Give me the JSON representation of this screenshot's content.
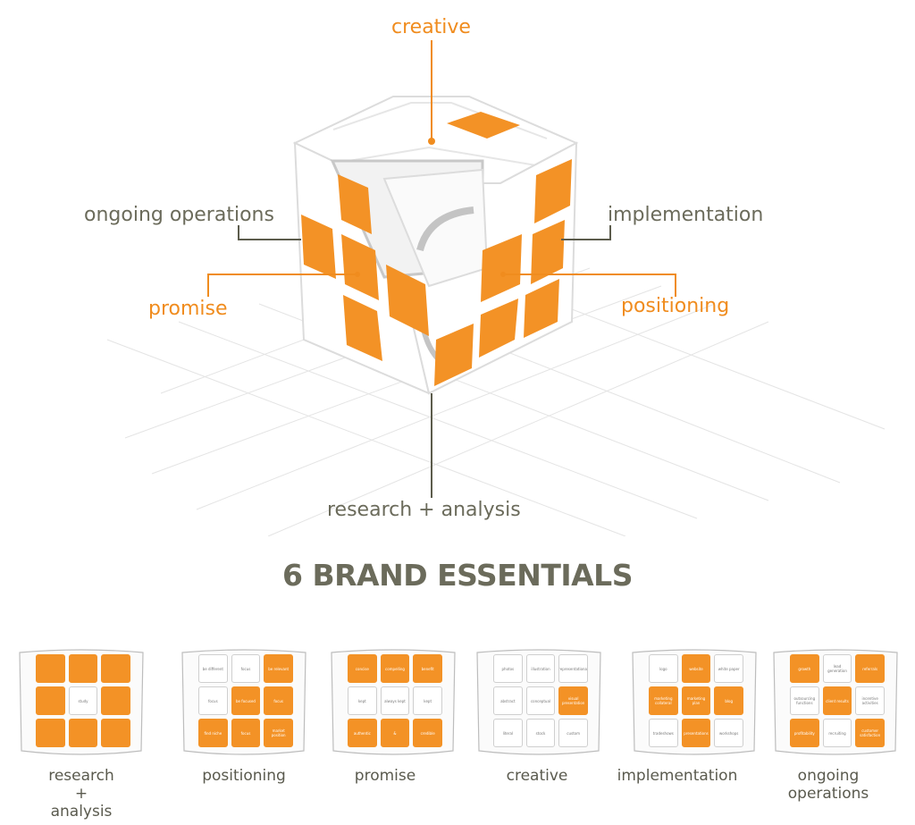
{
  "cube_labels": {
    "creative": "creative",
    "ongoing_operations": "ongoing operations",
    "implementation": "implementation",
    "promise": "promise",
    "positioning": "positioning",
    "research_analysis": "research + analysis"
  },
  "title": "6 BRAND ESSENTIALS",
  "colors": {
    "accent": "#f39226",
    "text": "#6b6b5b",
    "line_gray": "#5c5c4c"
  },
  "minis": [
    {
      "caption": "research\n+\nanalysis",
      "cells": [
        {
          "t": "",
          "on": true
        },
        {
          "t": "",
          "on": true
        },
        {
          "t": "",
          "on": true
        },
        {
          "t": "",
          "on": true
        },
        {
          "t": "study",
          "on": false
        },
        {
          "t": "",
          "on": true
        },
        {
          "t": "",
          "on": true
        },
        {
          "t": "",
          "on": true
        },
        {
          "t": "",
          "on": true
        }
      ]
    },
    {
      "caption": "positioning",
      "cells": [
        {
          "t": "be different",
          "on": false
        },
        {
          "t": "focus",
          "on": false
        },
        {
          "t": "be relevant",
          "on": true
        },
        {
          "t": "focus",
          "on": false
        },
        {
          "t": "be focused",
          "on": true
        },
        {
          "t": "focus",
          "on": true
        },
        {
          "t": "find niche",
          "on": true
        },
        {
          "t": "focus",
          "on": true
        },
        {
          "t": "market position",
          "on": true
        }
      ]
    },
    {
      "caption": "promise",
      "cells": [
        {
          "t": "concise",
          "on": true
        },
        {
          "t": "compelling",
          "on": true
        },
        {
          "t": "benefit",
          "on": true
        },
        {
          "t": "kept",
          "on": false
        },
        {
          "t": "always kept",
          "on": false
        },
        {
          "t": "kept",
          "on": false
        },
        {
          "t": "authentic",
          "on": true
        },
        {
          "t": "&",
          "on": true
        },
        {
          "t": "credible",
          "on": true
        }
      ]
    },
    {
      "caption": "creative",
      "cells": [
        {
          "t": "photos",
          "on": false
        },
        {
          "t": "illustration",
          "on": false
        },
        {
          "t": "representational",
          "on": false
        },
        {
          "t": "abstract",
          "on": false
        },
        {
          "t": "conceptual",
          "on": false
        },
        {
          "t": "visual presentation",
          "on": true
        },
        {
          "t": "literal",
          "on": false
        },
        {
          "t": "stock",
          "on": false
        },
        {
          "t": "custom",
          "on": false
        }
      ]
    },
    {
      "caption": "implementation",
      "cells": [
        {
          "t": "logo",
          "on": false
        },
        {
          "t": "website",
          "on": true
        },
        {
          "t": "white paper",
          "on": false
        },
        {
          "t": "marketing collateral",
          "on": true
        },
        {
          "t": "marketing plan",
          "on": true
        },
        {
          "t": "blog",
          "on": true
        },
        {
          "t": "tradeshows",
          "on": false
        },
        {
          "t": "presentations",
          "on": true
        },
        {
          "t": "workshops",
          "on": false
        }
      ]
    },
    {
      "caption": "ongoing\noperations",
      "cells": [
        {
          "t": "growth",
          "on": true
        },
        {
          "t": "lead generation",
          "on": false
        },
        {
          "t": "referrals",
          "on": true
        },
        {
          "t": "outsourcing functions",
          "on": false
        },
        {
          "t": "client results",
          "on": true
        },
        {
          "t": "incentive activities",
          "on": false
        },
        {
          "t": "profitability",
          "on": true
        },
        {
          "t": "recruiting",
          "on": false
        },
        {
          "t": "customer satisfaction",
          "on": true
        }
      ]
    }
  ]
}
